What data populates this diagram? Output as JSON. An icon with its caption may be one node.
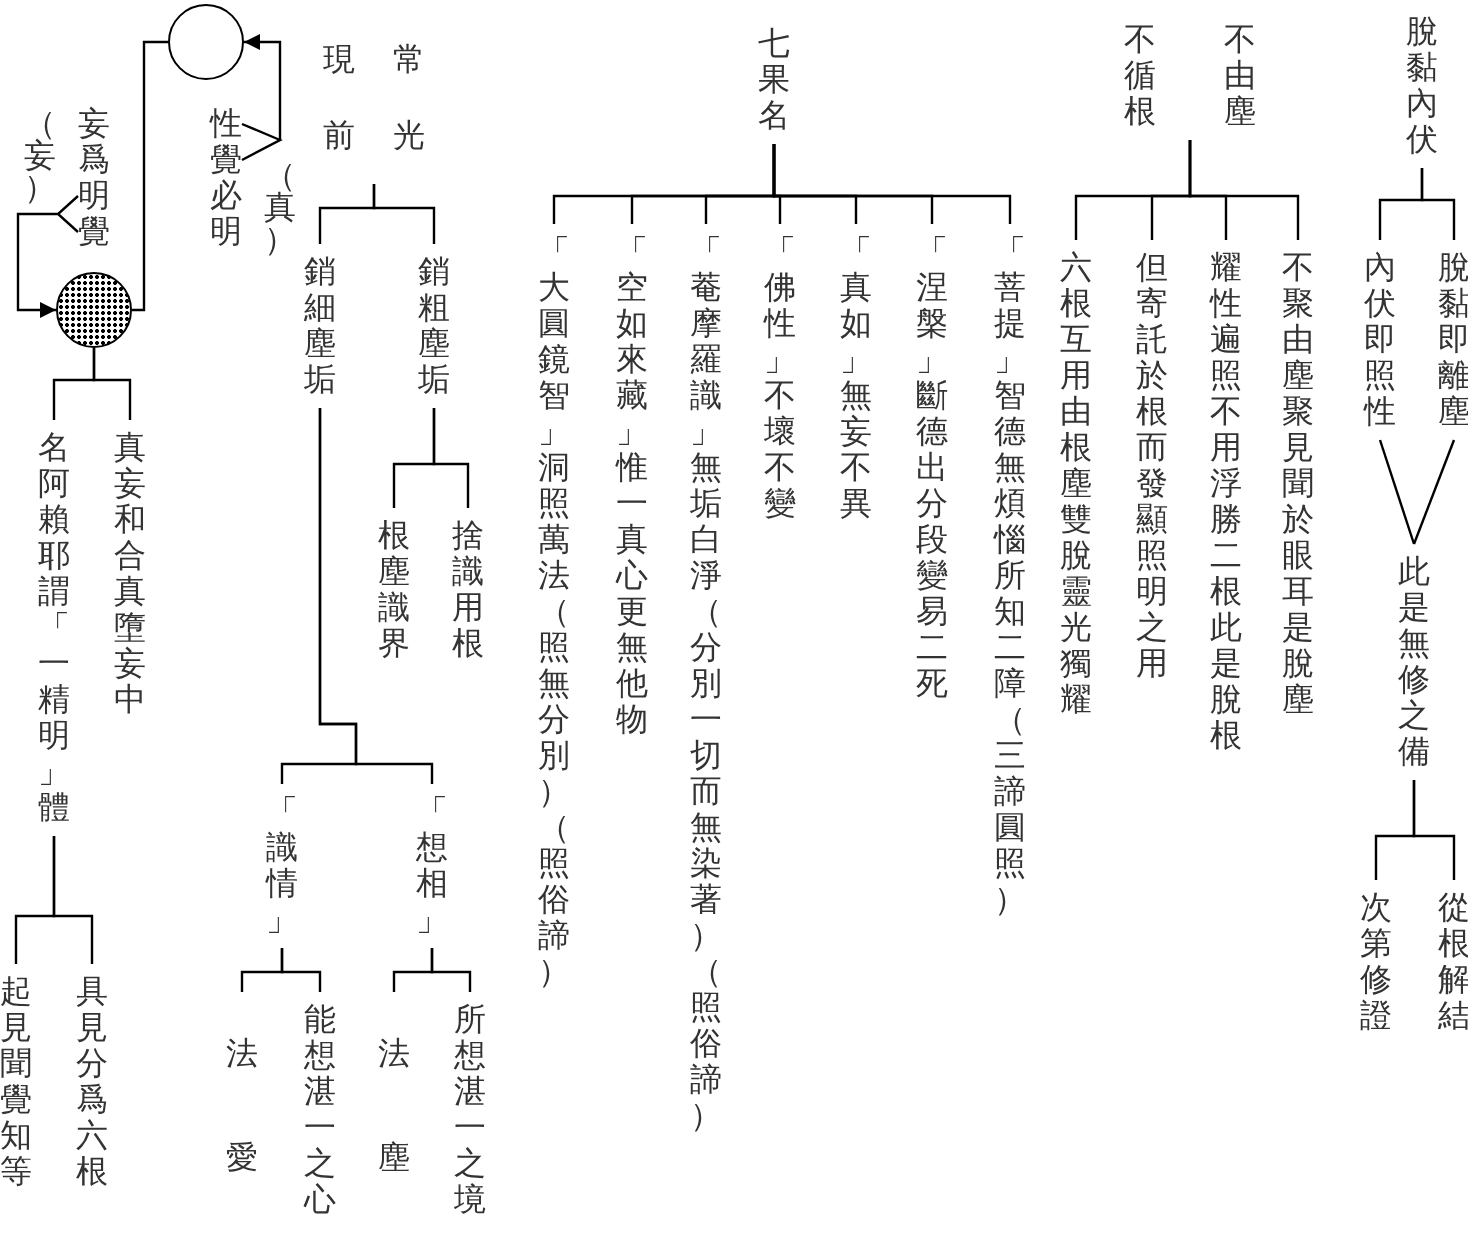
{
  "diagram": {
    "nodes": [
      {
        "text": [
          "脫黏內伏"
        ]
      },
      {
        "text": [
          "脫黏即離塵"
        ]
      },
      {
        "text": [
          "內伏即照性"
        ]
      },
      {
        "text": [
          "此是無修之備"
        ]
      },
      {
        "text": [
          "從根解結"
        ]
      },
      {
        "text": [
          "次第修證"
        ]
      },
      {
        "text": [
          "不循根",
          "不由塵"
        ]
      },
      {
        "text": [
          "不聚由塵聚見聞於眼耳是脫塵"
        ]
      },
      {
        "text": [
          "耀性遍照不用浮勝二根此是脫根"
        ]
      },
      {
        "text": [
          "但寄託於根而發顯照明之用"
        ]
      },
      {
        "text": [
          "六根互用由根塵雙脫靈光獨耀"
        ]
      },
      {
        "text": [
          "七果名"
        ]
      },
      {
        "text": [
          "「菩提」智德無煩惱所知二障（三諦圓照）"
        ]
      },
      {
        "text": [
          "「涅槃」斷德出分段變易二死"
        ]
      },
      {
        "text": [
          "「真如」無妄不異"
        ]
      },
      {
        "text": [
          "「佛性」不壞不變"
        ]
      },
      {
        "text": [
          "「菴摩羅識」無垢白淨（分別一切而無染著）（照俗諦）"
        ]
      },
      {
        "text": [
          "「空如來藏」惟一真心更無他物"
        ]
      },
      {
        "text": [
          "「大圓鏡智」洞照萬法（照無分別）（照俗諦）"
        ]
      },
      {
        "text": [
          "現前",
          "常光"
        ]
      },
      {
        "text": [
          "銷粗塵垢"
        ]
      },
      {
        "text": [
          "銷細塵垢"
        ]
      },
      {
        "text": [
          "捨識用根"
        ]
      },
      {
        "text": [
          "根塵識界"
        ]
      },
      {
        "text": [
          "「想相」"
        ]
      },
      {
        "text": [
          "「識情」"
        ]
      },
      {
        "text": [
          "所想湛一之境"
        ]
      },
      {
        "text": [
          "法塵"
        ]
      },
      {
        "text": [
          "能想湛一之心"
        ]
      },
      {
        "text": [
          "法愛"
        ]
      },
      {
        "text": [],
        "shape": "circle"
      },
      {
        "text": [
          "性覺必明"
        ],
        "beside": [
          "（真）"
        ]
      },
      {
        "text": [
          "妄爲明覺"
        ],
        "beside": [
          "（妄）"
        ]
      },
      {
        "text": [],
        "shape": "circle"
      },
      {
        "text": [
          "真妄和合真墮妄中"
        ]
      },
      {
        "text": [
          "名阿賴耶謂「一精明」體"
        ]
      },
      {
        "text": [
          "具見分爲六根"
        ]
      },
      {
        "text": [
          "起見聞覺知等"
        ]
      }
    ],
    "edges": [
      {
        "from": 0,
        "to": 1,
        "arrow": "none"
      },
      {
        "from": 0,
        "to": 2,
        "arrow": "none"
      },
      {
        "from": 1,
        "to": 3,
        "arrow": "none"
      },
      {
        "from": 2,
        "to": 3,
        "arrow": "none"
      },
      {
        "from": 3,
        "to": 4,
        "arrow": "none"
      },
      {
        "from": 3,
        "to": 5,
        "arrow": "none"
      },
      {
        "from": 6,
        "to": 7,
        "arrow": "none"
      },
      {
        "from": 6,
        "to": 8,
        "arrow": "none"
      },
      {
        "from": 6,
        "to": 9,
        "arrow": "none"
      },
      {
        "from": 6,
        "to": 10,
        "arrow": "none"
      },
      {
        "from": 11,
        "to": 12,
        "arrow": "none"
      },
      {
        "from": 11,
        "to": 13,
        "arrow": "none"
      },
      {
        "from": 11,
        "to": 14,
        "arrow": "none"
      },
      {
        "from": 11,
        "to": 15,
        "arrow": "none"
      },
      {
        "from": 11,
        "to": 16,
        "arrow": "none"
      },
      {
        "from": 11,
        "to": 17,
        "arrow": "none"
      },
      {
        "from": 11,
        "to": 18,
        "arrow": "none"
      },
      {
        "from": 19,
        "to": 20,
        "arrow": "none"
      },
      {
        "from": 19,
        "to": 21,
        "arrow": "none"
      },
      {
        "from": 20,
        "to": 22,
        "arrow": "none"
      },
      {
        "from": 20,
        "to": 23,
        "arrow": "none"
      },
      {
        "from": 21,
        "to": 24,
        "arrow": "none"
      },
      {
        "from": 21,
        "to": 25,
        "arrow": "none"
      },
      {
        "from": 24,
        "to": 26,
        "arrow": "none"
      },
      {
        "from": 24,
        "to": 27,
        "arrow": "none"
      },
      {
        "from": 25,
        "to": 28,
        "arrow": "none"
      },
      {
        "from": 25,
        "to": 29,
        "arrow": "none"
      },
      {
        "from": 31,
        "to": 30,
        "arrow": "to"
      },
      {
        "from": 32,
        "to": 33,
        "arrow": "to"
      },
      {
        "from": 33,
        "to": 30,
        "arrow": "none"
      },
      {
        "from": 33,
        "to": 34,
        "arrow": "none"
      },
      {
        "from": 33,
        "to": 35,
        "arrow": "none"
      },
      {
        "from": 35,
        "to": 36,
        "arrow": "none"
      },
      {
        "from": 35,
        "to": 37,
        "arrow": "none"
      }
    ]
  }
}
